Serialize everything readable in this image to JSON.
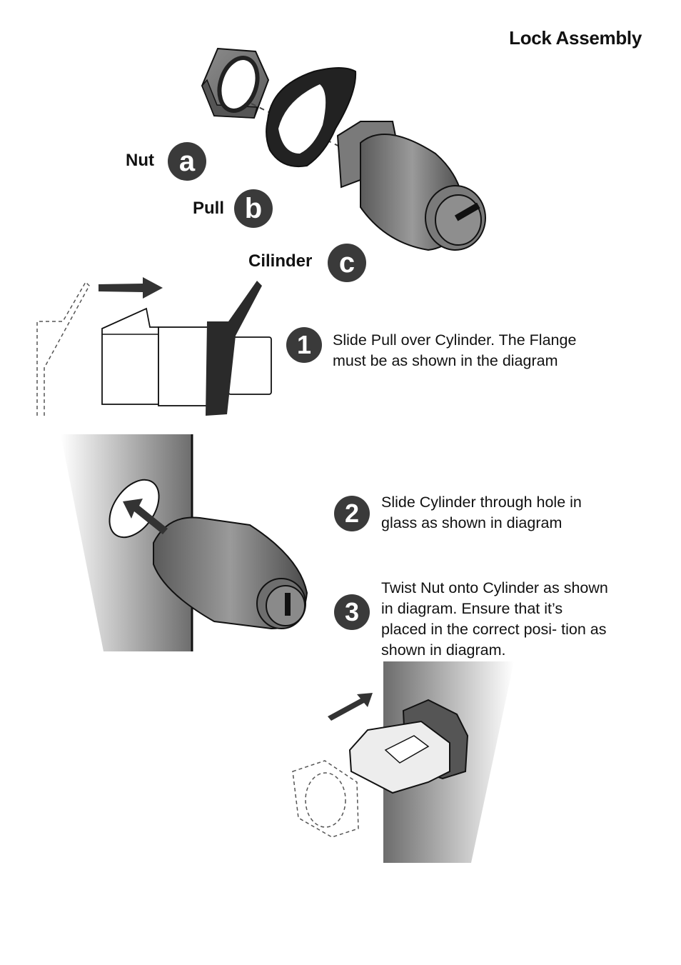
{
  "title": "Lock Assembly",
  "parts": [
    {
      "letter": "a",
      "label": "Nut"
    },
    {
      "letter": "b",
      "label": "Pull"
    },
    {
      "letter": "c",
      "label": "Cilinder"
    }
  ],
  "steps": [
    {
      "number": "1",
      "text": "Slide Pull over Cylinder. The Flange must be as shown in the diagram"
    },
    {
      "number": "2",
      "text": "Slide Cylinder through hole in glass as shown in diagram"
    },
    {
      "number": "3",
      "text": "Twist Nut onto Cylinder as shown in diagram. Ensure that it’s placed in the correct posi- tion as shown in diagram."
    }
  ],
  "colors": {
    "badge": "#3a3a3a",
    "part_fill": "#6e6e6e",
    "outline": "#111111"
  }
}
